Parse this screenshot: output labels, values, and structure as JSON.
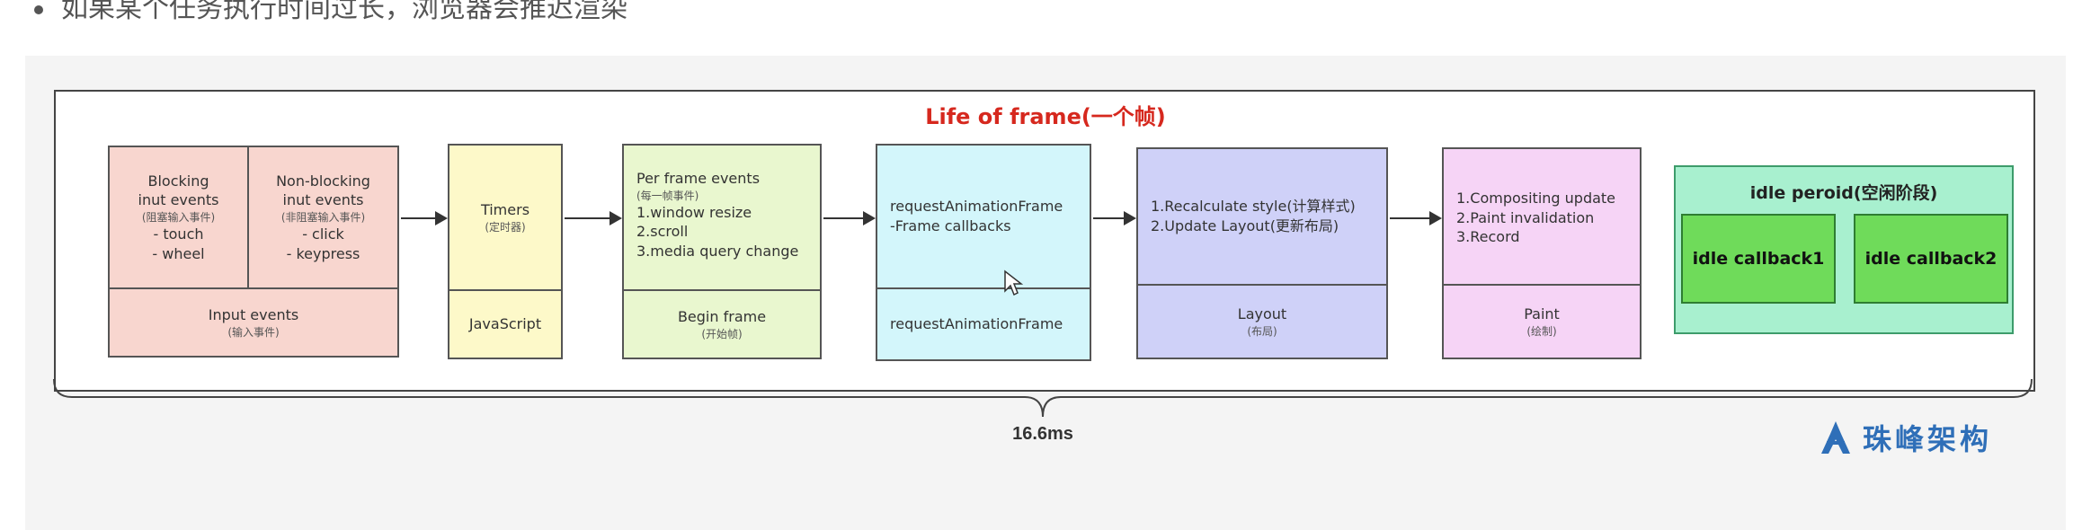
{
  "bullet": "如果某个任务执行时间过长，浏览器会推迟渲染",
  "title": "Life of frame(一个帧)",
  "input_box": {
    "blocking": {
      "title_lines": [
        "Blocking",
        "inut events"
      ],
      "sub": "(阻塞输入事件)",
      "items": [
        "- touch",
        "- wheel"
      ]
    },
    "nonblocking": {
      "title_lines": [
        "Non-blocking",
        "inut events"
      ],
      "sub": "(非阻塞输入事件)",
      "items": [
        "- click",
        "- keypress"
      ]
    },
    "footer": "Input events",
    "footer_sub": "(输入事件)"
  },
  "timers_box": {
    "top": "Timers",
    "top_sub": "(定时器)",
    "bottom": "JavaScript"
  },
  "frame_events_box": {
    "lines": [
      "Per frame events"
    ],
    "sub": "(每一帧事件)",
    "items": [
      "1.window resize",
      "2.scroll",
      "3.media query change"
    ],
    "footer": "Begin frame",
    "footer_sub": "(开始帧)"
  },
  "raf_box": {
    "lines": [
      "requestAnimationFrame",
      "-Frame callbacks"
    ],
    "footer": "requestAnimationFrame"
  },
  "layout_box": {
    "lines": [
      "1.Recalculate style(计算样式)",
      "2.Update Layout(更新布局)"
    ],
    "footer": "Layout",
    "footer_sub": "(布局)"
  },
  "paint_box": {
    "lines": [
      "1.Compositing update",
      "2.Paint invalidation",
      "3.Record"
    ],
    "footer": "Paint",
    "footer_sub": "(绘制)"
  },
  "idle": {
    "title": "idle peroid(空闲阶段)",
    "cb1": "idle callback1",
    "cb2": "idle callback2"
  },
  "duration": "16.6ms",
  "logo_text": "珠峰架构",
  "colors": {
    "input": "#f8d6cf",
    "timers": "#fdf9c9",
    "frame_events": "#e9f7cf",
    "raf": "#d3f6fb",
    "layout": "#cfd1f8",
    "paint": "#f6d4f6",
    "idle_outer": "#a8f0cf",
    "idle_cb": "#6fdb5a",
    "title": "#d6281e",
    "logo": "#2f6fb8"
  }
}
